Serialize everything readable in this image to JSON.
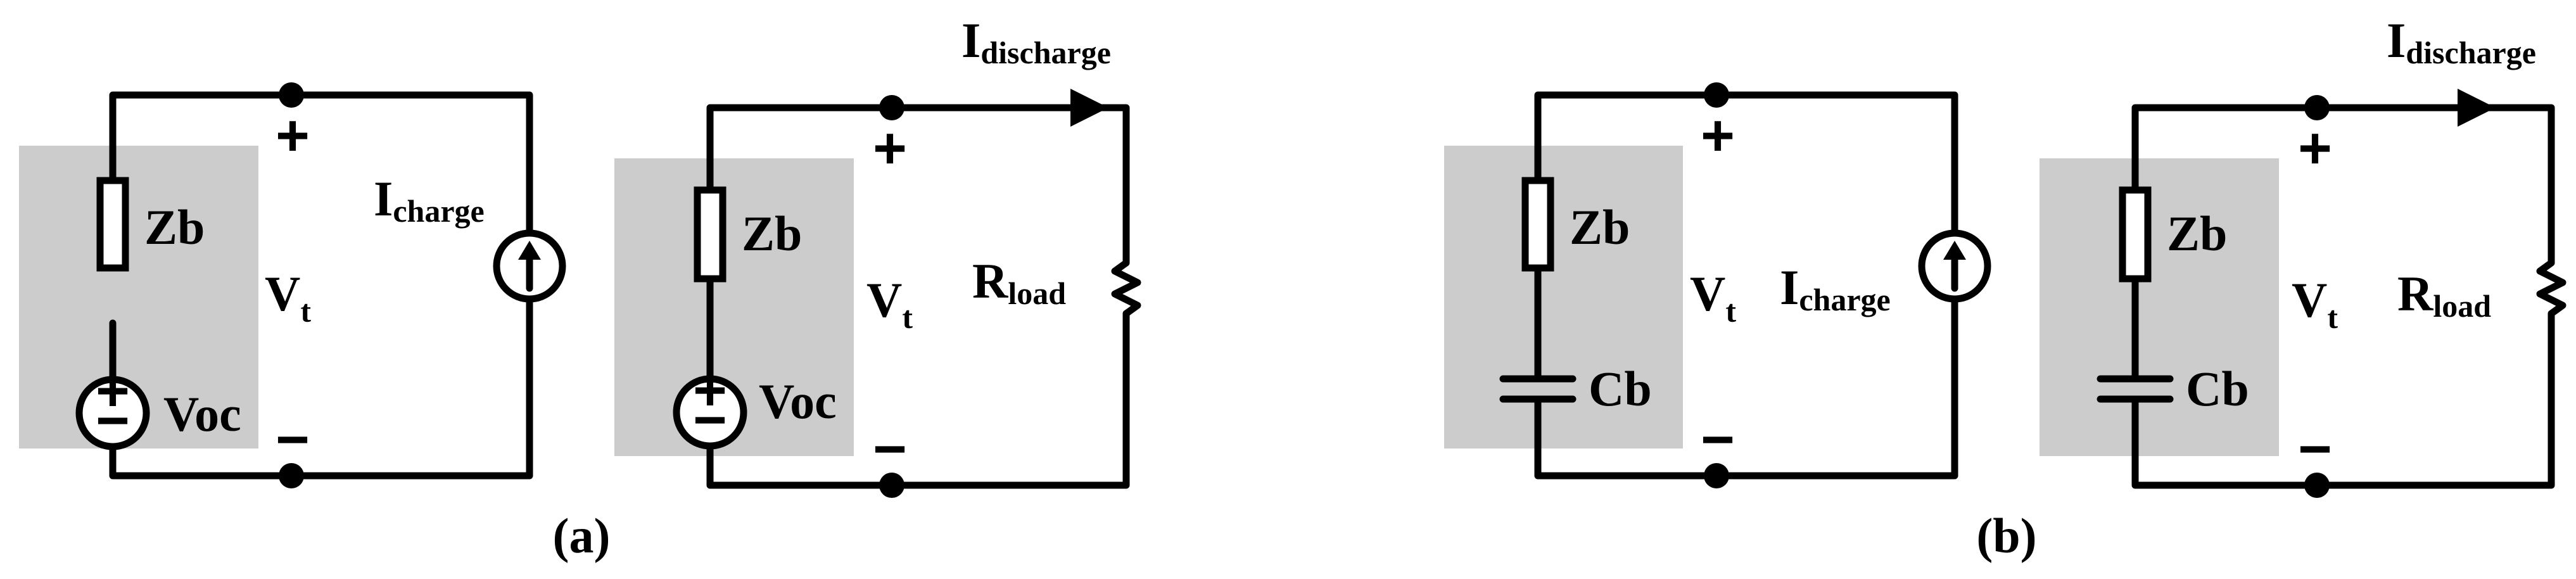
{
  "captions": {
    "a": "(a)",
    "b": "(b)"
  },
  "labels": {
    "zb": "Zb",
    "voc": "Voc",
    "cb": "Cb",
    "vt_main": "V",
    "vt_sub": "t",
    "i_main": "I",
    "charge_sub": "charge",
    "discharge_sub": "discharge",
    "r_main": "R",
    "load_sub": "load",
    "plus": "+",
    "minus": "−"
  },
  "colors": {
    "battery_shading": "#cccccc",
    "wire": "#000000",
    "background": "#ffffff"
  },
  "icons": [
    "resistor-box-icon",
    "voltage-source-icon",
    "capacitor-icon",
    "current-source-icon",
    "load-resistor-icon",
    "current-arrow-icon"
  ]
}
